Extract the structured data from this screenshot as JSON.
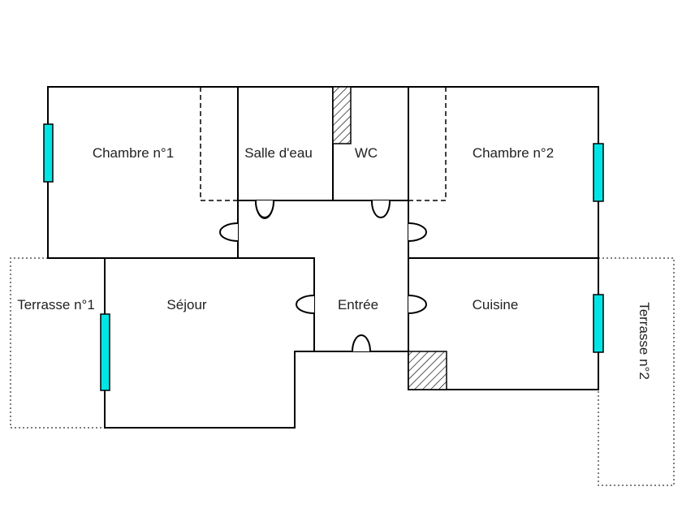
{
  "rooms": {
    "chambre1": "Chambre n°1",
    "salle_eau": "Salle d'eau",
    "wc": "WC",
    "chambre2": "Chambre n°2",
    "terrasse1": "Terrasse n°1",
    "sejour": "Séjour",
    "entree": "Entrée",
    "cuisine": "Cuisine",
    "terrasse2": "Terrasse n°2"
  },
  "colors": {
    "window": "#00e5e5",
    "wall": "#000000",
    "hatch": "#000000"
  }
}
